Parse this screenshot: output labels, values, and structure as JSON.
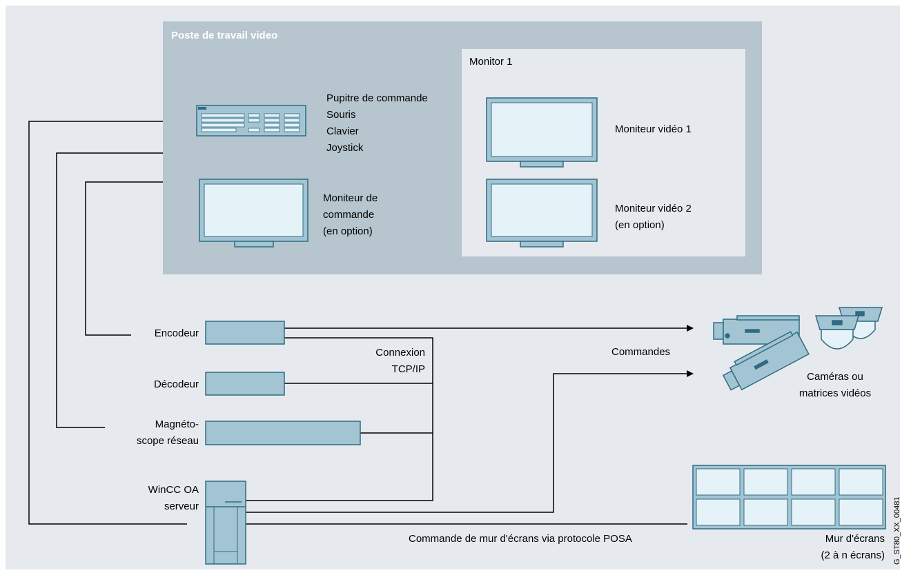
{
  "workstation": {
    "title": "Poste de travail video",
    "console_label": "Pupitre de commande\nSouris\nClavier\nJoystick",
    "control_monitor_label": "Moniteur de\ncommande\n(en option)"
  },
  "monitor_group": {
    "title": "Monitor 1",
    "video_monitor_1": "Moniteur vidéo 1",
    "video_monitor_2": "Moniteur vidéo 2\n(en option)"
  },
  "devices": {
    "encoder": "Encodeur",
    "decoder": "Décodeur",
    "recorder": "Magnéto-\nscope réseau",
    "server": "WinCC OA\nserveur"
  },
  "connections": {
    "tcpip": "Connexion\nTCP/IP",
    "commands": "Commandes",
    "posa": "Commande de mur d'écrans via protocole POSA"
  },
  "cameras_label": "Caméras ou\nmatrices vidéos",
  "video_wall_label": "Mur d'écrans\n(2 à n écrans)",
  "figure_code": "G_ST80_XX_00481",
  "colors": {
    "background": "#e6eaee",
    "workstation_panel": "#b6c5ce",
    "monitor_panel": "#e6eaee",
    "device_fill": "#a3c4d3",
    "device_stroke": "#2f6b82",
    "screen_fill": "#e5f3f9",
    "line": "#000000"
  }
}
